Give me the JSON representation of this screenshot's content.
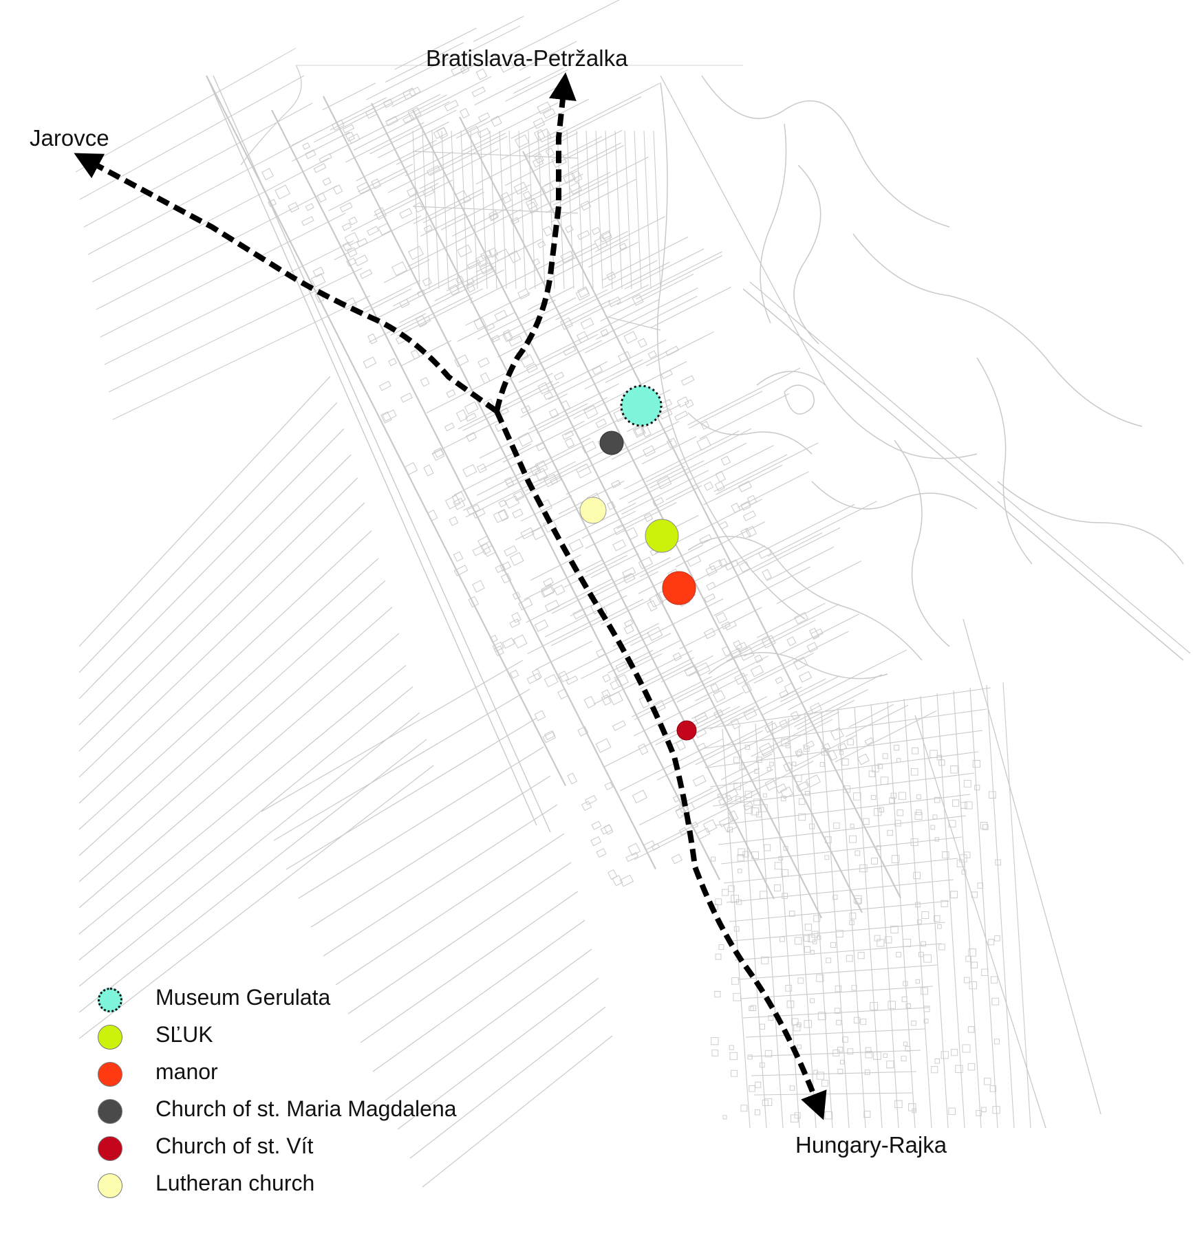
{
  "destinations": {
    "north": "Bratislava-Petržalka",
    "northwest": "Jarovce",
    "southeast": "Hungary-Rajka"
  },
  "legend": [
    {
      "label": "Museum Gerulata",
      "color": "#7ff5dc",
      "icon": "dotted-circle",
      "border": "dotted"
    },
    {
      "label": "SĽUK",
      "color": "#ccf20c",
      "icon": "circle"
    },
    {
      "label": "manor",
      "color": "#ff3a12",
      "icon": "circle"
    },
    {
      "label": "Church of st. Maria Magdalena",
      "color": "#4a4a4a",
      "icon": "circle"
    },
    {
      "label": "Church of st. Vít",
      "color": "#c3061c",
      "icon": "circle"
    },
    {
      "label": "Lutheran church",
      "color": "#fdfdb0",
      "icon": "circle"
    }
  ],
  "colors": {
    "route": "#000000",
    "map_lines": "#c9c9c9"
  }
}
